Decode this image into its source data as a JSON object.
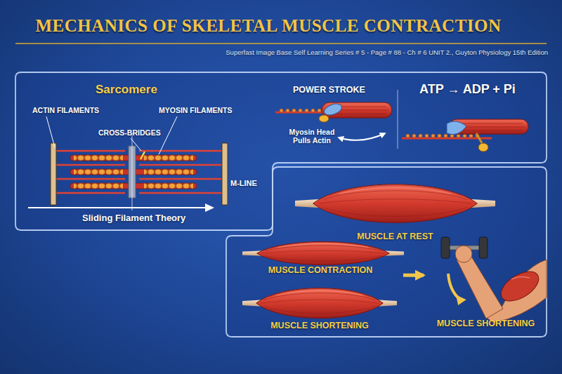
{
  "diagram": {
    "title": "MECHANICS OF SKELETAL MUSCLE CONTRACTION",
    "nodes": [
      {
        "text": [
          "Sarcomere"
        ]
      },
      {
        "text": [
          "MUSCLE AT REST"
        ]
      },
      {
        "text": [
          "MUSCLE CONTRACTION"
        ]
      },
      {
        "text": [
          "MUSCLE SHORTENING"
        ]
      },
      {
        "text": [
          "MUSCLE SHORTENING"
        ]
      }
    ],
    "edges": [
      {
        "from": 2,
        "to": 4,
        "arrow": "to"
      }
    ],
    "labels": [
      "Superfast Image Base Self Learning Series # 5 - Page # 88 - Ch # 6 UNIT 2., Guyton Physiology 15th Edition",
      "ACTIN FILAMENTS",
      "MYOSIN FILAMENTS",
      "CROSS-BRIDGES",
      "M-LINE",
      "Sliding Filament Theory",
      "POWER STROKE",
      "Myosin Head Pulls Actin",
      "ATP → ADP + Pi"
    ]
  }
}
